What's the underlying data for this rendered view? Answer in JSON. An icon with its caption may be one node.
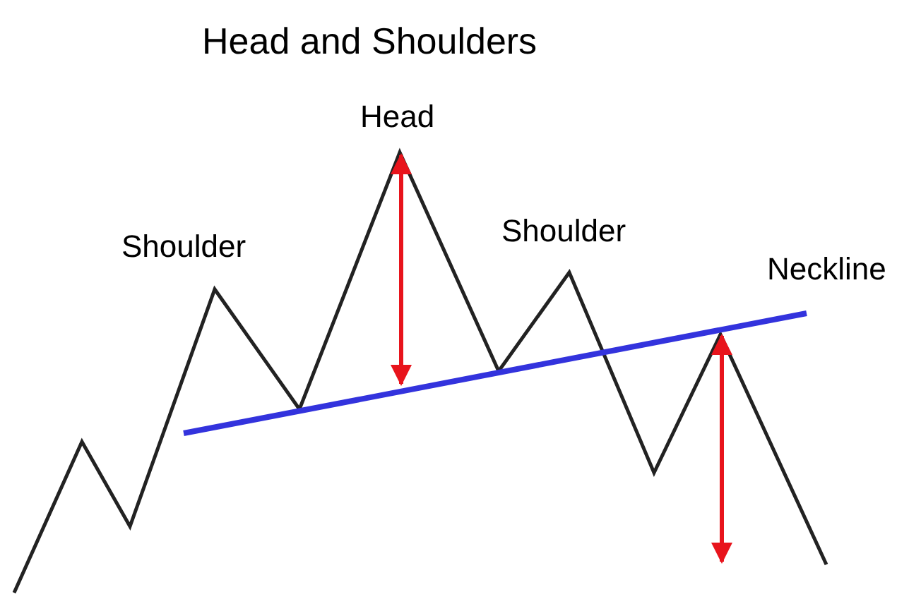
{
  "diagram": {
    "title": "Head and Shoulders",
    "labels": [
      "Head",
      "Shoulder",
      "Shoulder",
      "Neckline"
    ]
  }
}
